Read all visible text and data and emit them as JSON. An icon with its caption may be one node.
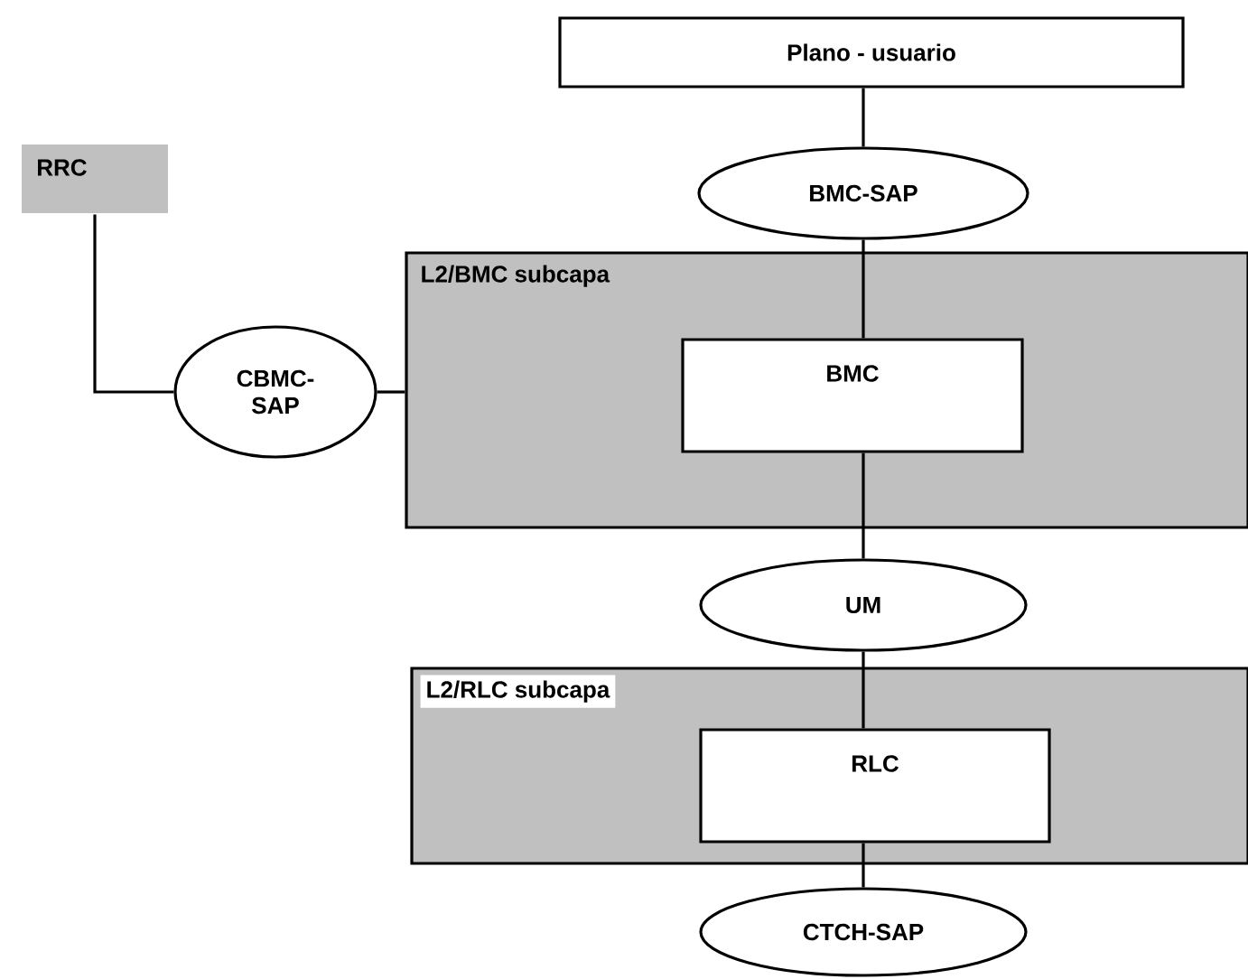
{
  "diagram": {
    "nodes": [
      {
        "text": [
          "Plano - usuario"
        ]
      },
      {
        "text": [
          "RRC"
        ]
      },
      {
        "text": [
          "BMC-SAP"
        ]
      },
      {
        "text": [
          "L2/BMC subcapa"
        ]
      },
      {
        "text": [
          "BMC"
        ],
        "in": 3
      },
      {
        "text": [
          "CBMC- SAP"
        ]
      },
      {
        "text": [
          "UM"
        ]
      },
      {
        "text": [
          "L2/RLC subcapa"
        ]
      },
      {
        "text": [
          "RLC"
        ],
        "in": 7
      },
      {
        "text": [
          "CTCH-SAP"
        ]
      }
    ],
    "edges": [
      {
        "from": 0,
        "to": 2,
        "arrow": "none"
      },
      {
        "from": 2,
        "to": 4,
        "arrow": "none"
      },
      {
        "from": 4,
        "to": 6,
        "arrow": "none"
      },
      {
        "from": 6,
        "to": 8,
        "arrow": "none"
      },
      {
        "from": 8,
        "to": 9,
        "arrow": "none"
      },
      {
        "from": 1,
        "to": 5,
        "arrow": "none"
      },
      {
        "from": 5,
        "to": 3,
        "arrow": "none"
      }
    ]
  }
}
